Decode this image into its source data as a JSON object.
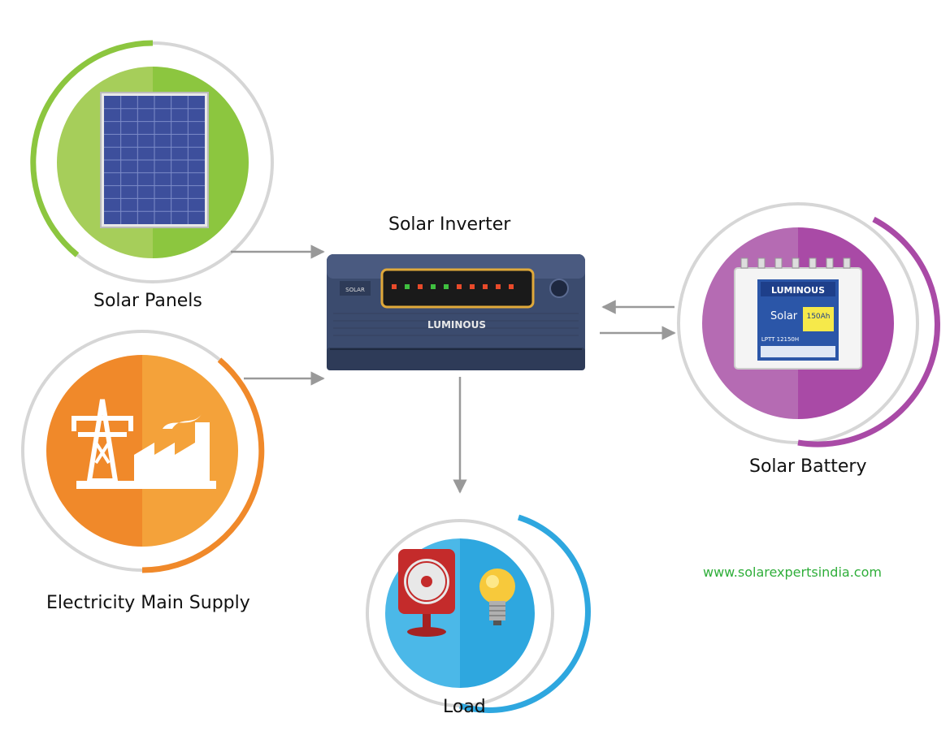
{
  "nodes": {
    "solar_panels": {
      "label": "Solar Panels",
      "icon": "solar-panel-icon",
      "color_light": "#a6ce5a",
      "color_dark": "#8cc63f"
    },
    "inverter": {
      "label": "Solar Inverter",
      "icon": "inverter-icon",
      "brand": "LUMINOUS",
      "badge": "SOLAR"
    },
    "battery": {
      "label": "Solar Battery",
      "icon": "battery-icon",
      "brand": "LUMINOUS",
      "product": "Solar",
      "capacity": "150Ah",
      "model": "LPTT 12150H",
      "color_light": "#b56bb3",
      "color_dark": "#a94aa6"
    },
    "mains": {
      "label": "Electricity Main Supply",
      "icon": "power-plant-icon",
      "color_light": "#f4a23a",
      "color_dark": "#f0892a"
    },
    "load": {
      "label": "Load",
      "icon": "fan-and-bulb-icon",
      "color_light": "#4bb8e8",
      "color_dark": "#2ea7df"
    }
  },
  "website": "www.solarexpertsindia.com",
  "colors": {
    "arrow": "#999999",
    "ring": "#d6d6d6",
    "accent_green": "#2fae3a"
  }
}
